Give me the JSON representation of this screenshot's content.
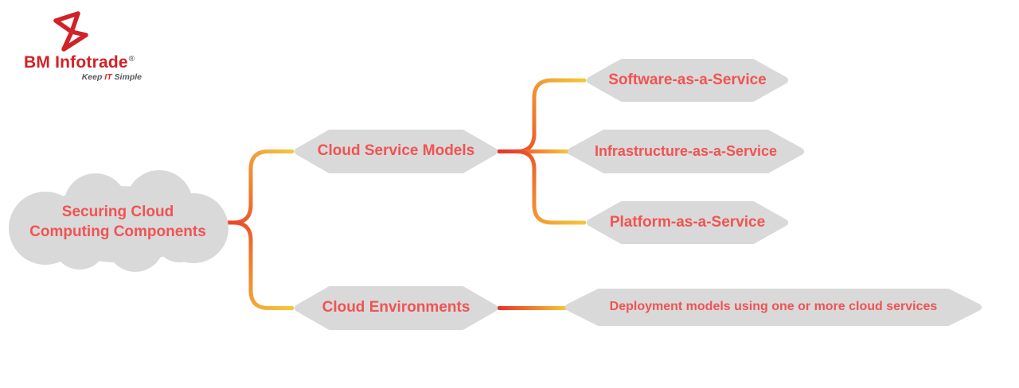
{
  "logo": {
    "brand_bold": "BM",
    "brand_rest": " Infotrade",
    "registered": "®",
    "tagline_pre": "Keep ",
    "tagline_it": "IT",
    "tagline_post": " Simple"
  },
  "colors": {
    "node_fill": "#d9d9d9",
    "node_text": "#f05352",
    "line_red": "#e63429",
    "line_orange": "#f07c30",
    "line_yellow": "#f3c73d",
    "logo_red": "#d22127",
    "tagline_gray": "#58595b"
  },
  "diagram": {
    "root": {
      "line1": "Securing Cloud",
      "line2": "Computing Components"
    },
    "branches": [
      {
        "label": "Cloud Service Models",
        "children": [
          {
            "label": "Software-as-a-Service"
          },
          {
            "label": "Infrastructure-as-a-Service"
          },
          {
            "label": "Platform-as-a-Service"
          }
        ]
      },
      {
        "label": "Cloud Environments",
        "children": [
          {
            "label": "Deployment models using one or more cloud services"
          }
        ]
      }
    ]
  }
}
